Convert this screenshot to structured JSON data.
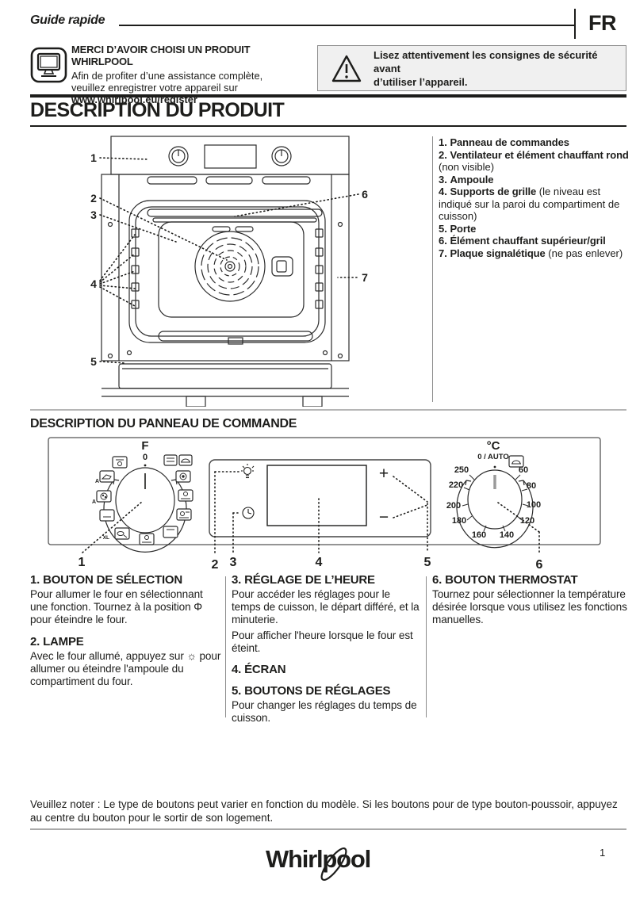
{
  "header": {
    "title": "Guide rapide",
    "lang": "FR"
  },
  "register": {
    "heading": "MERCI D’AVOIR CHOISI UN PRODUIT WHIRLPOOL",
    "line1": "Afin de profiter d’une assistance complète,",
    "line2": "veuillez enregistrer votre appareil sur",
    "url": "www.whirlpool.eu/register"
  },
  "warning": {
    "line1": "Lisez attentivement les consignes de sécurité avant",
    "line2": "d’utiliser l’appareil."
  },
  "product": {
    "title": "DESCRIPTION DU PRODUIT",
    "callouts": [
      "1",
      "2",
      "3",
      "4",
      "5",
      "6",
      "7"
    ],
    "items": [
      {
        "num": "1.",
        "name": "Panneau de commandes",
        "note": ""
      },
      {
        "num": "2.",
        "name": "Ventilateur et élément chauffant rond",
        "note": " (non visible)"
      },
      {
        "num": "3.",
        "name": "Ampoule",
        "note": ""
      },
      {
        "num": "4.",
        "name": "Supports de grille",
        "note": " (le niveau est indiqué sur la paroi du compartiment de cuisson)"
      },
      {
        "num": "5.",
        "name": "Porte",
        "note": ""
      },
      {
        "num": "6.",
        "name": "Élément chauffant supérieur/gril",
        "note": ""
      },
      {
        "num": "7.",
        "name": "Plaque signalétique",
        "note": " (ne pas enlever)"
      }
    ]
  },
  "panel": {
    "title": "DESCRIPTION DU PANNEAU DE COMMANDE",
    "callouts": [
      "1",
      "2",
      "3",
      "4",
      "5",
      "6"
    ],
    "selector_knob": {
      "f": "F",
      "zero": "0",
      "a": "A",
      "xl": "XL"
    },
    "display": {
      "plus": "+",
      "minus": "−"
    },
    "thermostat_knob": {
      "unit": "°C",
      "auto_label": "0 / AUTO",
      "temps": [
        "250",
        "220",
        "200",
        "180",
        "160",
        "140",
        "120",
        "100",
        "80",
        "60"
      ]
    }
  },
  "legend": {
    "col1": [
      {
        "heading": "1. BOUTON DE SÉLECTION",
        "body": "Pour allumer le four en sélectionnant une fonction. Tournez à la position Φ pour éteindre le four."
      },
      {
        "heading": "2. LAMPE",
        "body": "Avec le four allumé, appuyez sur ☼ pour allumer ou éteindre l'ampoule du compartiment du four."
      }
    ],
    "col2": [
      {
        "heading": "3. RÉGLAGE DE L’HEURE",
        "body": "Pour accéder les réglages pour le temps de cuisson, le départ différé, et la minuterie.",
        "body2": "Pour afficher l'heure lorsque le four est éteint."
      },
      {
        "heading": "4. ÉCRAN",
        "body": ""
      },
      {
        "heading": "5. BOUTONS DE RÉGLAGES",
        "body": "Pour changer les réglages du temps de cuisson."
      }
    ],
    "col3": [
      {
        "heading": "6. BOUTON THERMOSTAT",
        "body": "Tournez pour sélectionner la température désirée lorsque vous utilisez les fonctions manuelles."
      }
    ]
  },
  "footer": {
    "note": "Veuillez noter : Le type de boutons peut varier en fonction du modèle. Si les boutons pour de type bouton-poussoir, appuyez au centre du bouton pour le sortir de son logement.",
    "logo": "Whirlpool",
    "page_number": "1"
  },
  "colors": {
    "ink": "#1d1d1b",
    "warning_bg": "#f0f0f0",
    "light_rule": "#b5b5b5"
  }
}
